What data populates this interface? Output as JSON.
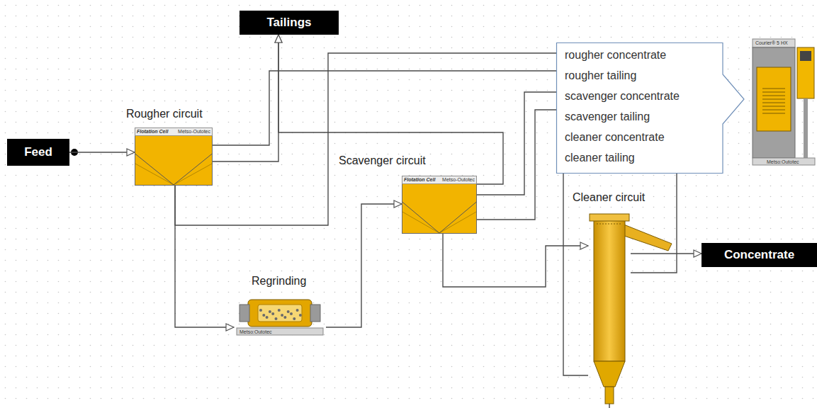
{
  "diagram": {
    "nodes": [
      {
        "text": [
          "Feed"
        ]
      },
      {
        "text": [
          "Tailings"
        ]
      },
      {
        "text": [
          "Rougher circuit",
          "Flotation Cell",
          "Metso-Outotec"
        ]
      },
      {
        "text": [
          "Scavenger circuit",
          "Flotation Cell",
          "Metso-Outotec"
        ]
      },
      {
        "text": [
          "Regrinding",
          "Metso:Outotec"
        ]
      },
      {
        "text": [
          "Cleaner circuit"
        ]
      },
      {
        "text": [
          "Concentrate"
        ]
      },
      {
        "text": [
          "rougher concentrate",
          "rougher tailing",
          "scavenger concentrate",
          "scavenger tailing",
          "cleaner concentrate",
          "cleaner tailing"
        ]
      },
      {
        "text": [
          "Courier® 5 HX",
          "Metso:Outotec"
        ]
      }
    ],
    "edges": [
      {
        "from": 0,
        "to": 2,
        "arrow": "to"
      },
      {
        "from": 2,
        "to": 1,
        "arrow": "to"
      },
      {
        "from": 2,
        "to": 7,
        "arrow": "none"
      },
      {
        "from": 2,
        "to": 7,
        "arrow": "none"
      },
      {
        "from": 2,
        "to": 4,
        "arrow": "to"
      },
      {
        "from": 4,
        "to": 3,
        "arrow": "to"
      },
      {
        "from": 3,
        "to": 1,
        "arrow": "to"
      },
      {
        "from": 3,
        "to": 5,
        "arrow": "to"
      },
      {
        "from": 3,
        "to": 7,
        "arrow": "none"
      },
      {
        "from": 3,
        "to": 7,
        "arrow": "none"
      },
      {
        "from": 5,
        "to": 6,
        "arrow": "to"
      },
      {
        "from": 5,
        "to": 7,
        "arrow": "none"
      },
      {
        "from": 5,
        "to": 7,
        "arrow": "none"
      }
    ]
  }
}
